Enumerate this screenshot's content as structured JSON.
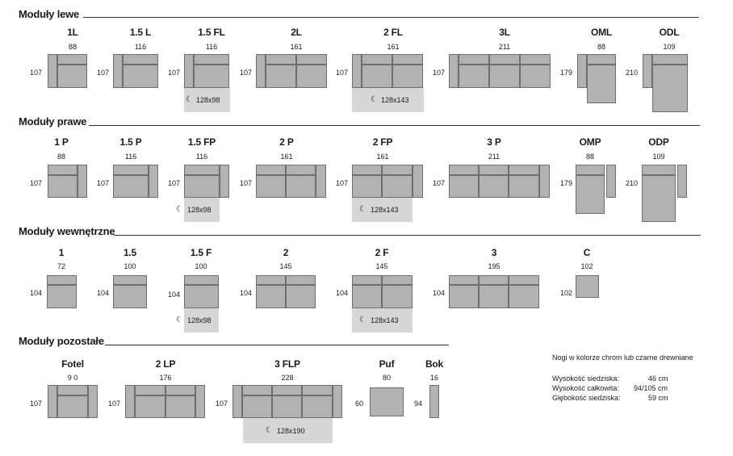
{
  "sections": [
    {
      "title": "Moduły lewe"
    },
    {
      "title": "Moduły prawe"
    },
    {
      "title": "Moduły wewnętrzne"
    },
    {
      "title": "Moduły pozostałe"
    }
  ],
  "row1": [
    {
      "name": "1L",
      "width": "88",
      "depth": "107"
    },
    {
      "name": "1.5 L",
      "width": "116",
      "depth": "107"
    },
    {
      "name": "1.5 FL",
      "width": "116",
      "depth": "107",
      "bed": "128x98"
    },
    {
      "name": "2L",
      "width": "161",
      "depth": "107"
    },
    {
      "name": "2 FL",
      "width": "161",
      "depth": "107",
      "bed": "128x143"
    },
    {
      "name": "3L",
      "width": "211",
      "depth": "107"
    },
    {
      "name": "OML",
      "width": "88",
      "depth": "179"
    },
    {
      "name": "ODL",
      "width": "109",
      "depth": "210"
    }
  ],
  "row2": [
    {
      "name": "1 P",
      "width": "88",
      "depth": "107"
    },
    {
      "name": "1.5 P",
      "width": "116",
      "depth": "107"
    },
    {
      "name": "1.5 FP",
      "width": "116",
      "depth": "107",
      "bed": "128x98"
    },
    {
      "name": "2 P",
      "width": "161",
      "depth": "107"
    },
    {
      "name": "2 FP",
      "width": "161",
      "depth": "107",
      "bed": "128x143"
    },
    {
      "name": "3 P",
      "width": "211",
      "depth": "107"
    },
    {
      "name": "OMP",
      "width": "88",
      "depth": "179"
    },
    {
      "name": "ODP",
      "width": "109",
      "depth": "210"
    }
  ],
  "row3": [
    {
      "name": "1",
      "width": "72",
      "depth": "104"
    },
    {
      "name": "1.5",
      "width": "100",
      "depth": "104"
    },
    {
      "name": "1.5 F",
      "width": "100",
      "depth": "104",
      "bed": "128x98"
    },
    {
      "name": "2",
      "width": "145",
      "depth": "104"
    },
    {
      "name": "2 F",
      "width": "145",
      "depth": "104",
      "bed": "128x143"
    },
    {
      "name": "3",
      "width": "195",
      "depth": "104"
    },
    {
      "name": "C",
      "width": "102",
      "depth": "102"
    }
  ],
  "row4": [
    {
      "name": "Fotel",
      "width": "9 0",
      "depth": "107"
    },
    {
      "name": "2 LP",
      "width": "176",
      "depth": "107"
    },
    {
      "name": "3 FLP",
      "width": "228",
      "depth": "107",
      "bed": "128x190"
    },
    {
      "name": "Puf",
      "width": "80",
      "depth": "60"
    },
    {
      "name": "Bok",
      "width": "16",
      "depth": "94"
    }
  ],
  "info": {
    "note": "Nogi w kolorze chrom lub czarne drewniane",
    "specs": [
      {
        "label": "Wysokość siedziska:",
        "value": "46 cm"
      },
      {
        "label": "Wysokość całkowita:",
        "value": "94/105 cm"
      },
      {
        "label": "Głębokość siedziska:",
        "value": "59 cm"
      }
    ]
  },
  "icons": {
    "bed_icon": "moon-icon"
  }
}
